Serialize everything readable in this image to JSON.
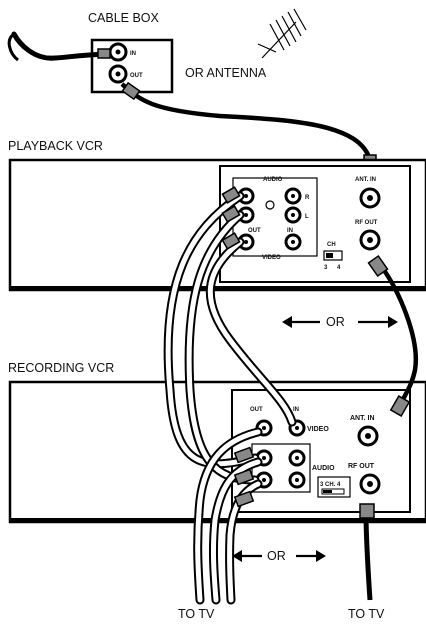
{
  "labels": {
    "cable_box": "CABLE BOX",
    "in": "IN",
    "out": "OUT",
    "or_antenna": "OR ANTENNA",
    "playback_vcr": "PLAYBACK VCR",
    "recording_vcr": "RECORDING VCR",
    "to_tv": "TO TV"
  },
  "playback_panel": {
    "audio": "AUDIO",
    "r": "R",
    "l": "L",
    "out": "OUT",
    "in": "IN",
    "video": "VIDEO",
    "ant_in": "ANT. IN",
    "rf_out": "RF OUT",
    "ch": "CH",
    "ch_3": "3",
    "ch_4": "4"
  },
  "recording_panel": {
    "out": "OUT",
    "in": "IN",
    "video": "VIDEO",
    "audio": "AUDIO",
    "ant_in": "ANT. IN",
    "rf_out": "RF OUT",
    "ch_switch": "3 CH. 4"
  },
  "or_arrows": {
    "playback": "OR",
    "recording": "OR"
  }
}
